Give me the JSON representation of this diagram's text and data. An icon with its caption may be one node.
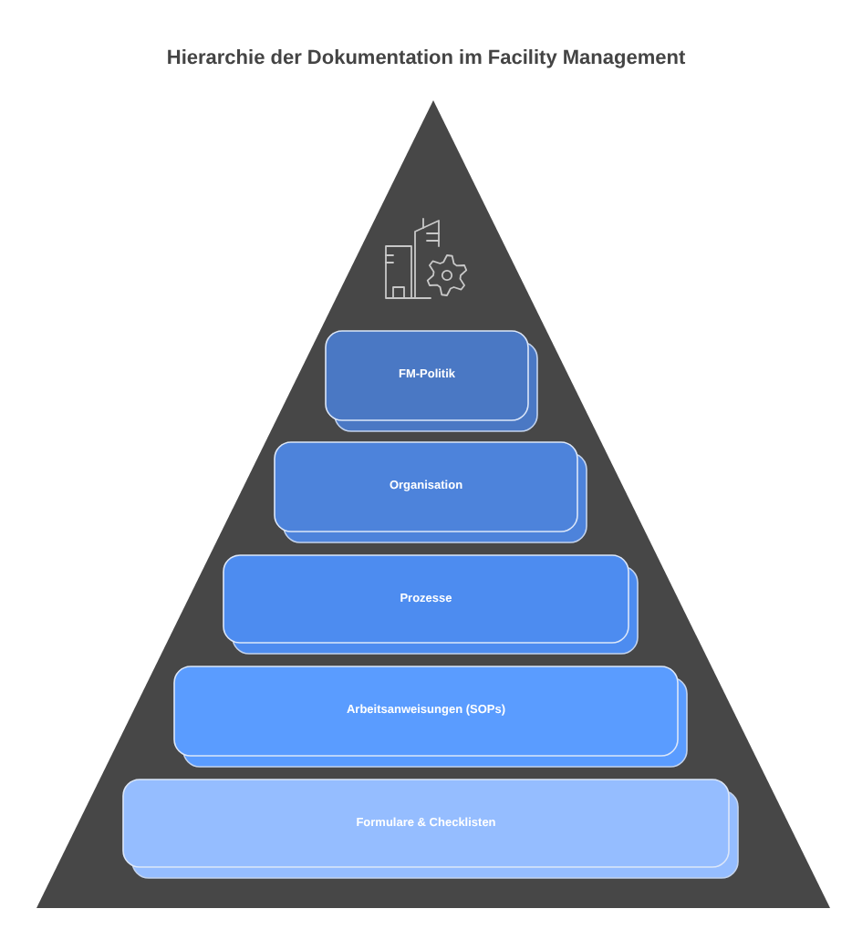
{
  "diagram": {
    "title": "Hierarchie der Dokumentation im Facility Management",
    "nodes": [
      {
        "text": [],
        "shape": "triangle"
      },
      {
        "text": [
          "FM-Politik"
        ],
        "in": 0
      },
      {
        "text": [
          "Organisation"
        ],
        "in": 0
      },
      {
        "text": [
          "Prozesse"
        ],
        "in": 0
      },
      {
        "text": [
          "Arbeitsanweisungen (SOPs)"
        ],
        "in": 0
      },
      {
        "text": [
          "Formulare & Checklisten"
        ],
        "in": 0
      }
    ]
  }
}
